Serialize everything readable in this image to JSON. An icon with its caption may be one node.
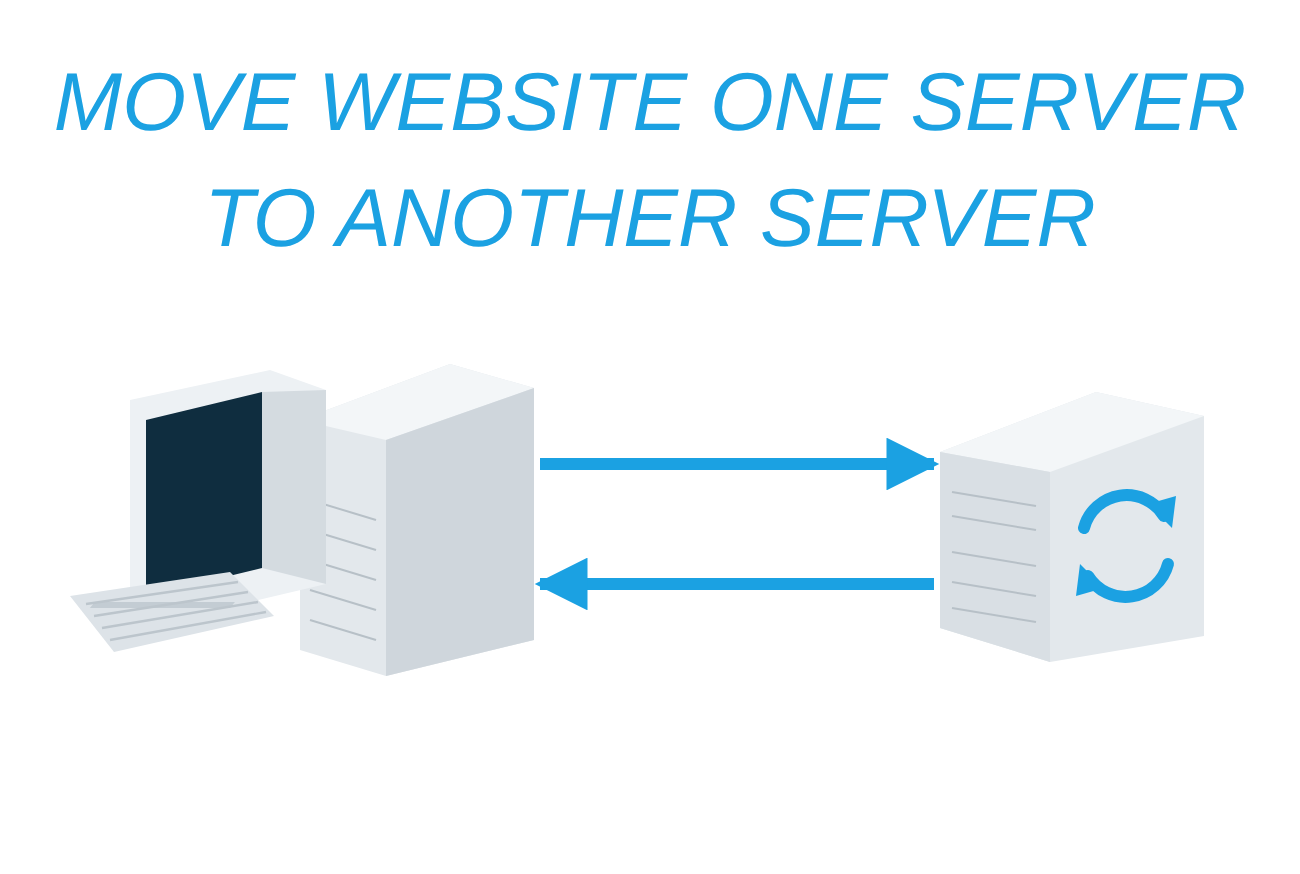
{
  "diagram": {
    "title": "MOVE WEBSITE ONE SERVER TO ANOTHER SERVER",
    "nodes": [
      {
        "text": [],
        "shape": "picture"
      },
      {
        "text": [],
        "shape": "picture"
      }
    ],
    "edges": [
      {
        "from": 0,
        "to": 1,
        "arrow": "to"
      },
      {
        "from": 1,
        "to": 0,
        "arrow": "to"
      }
    ]
  }
}
